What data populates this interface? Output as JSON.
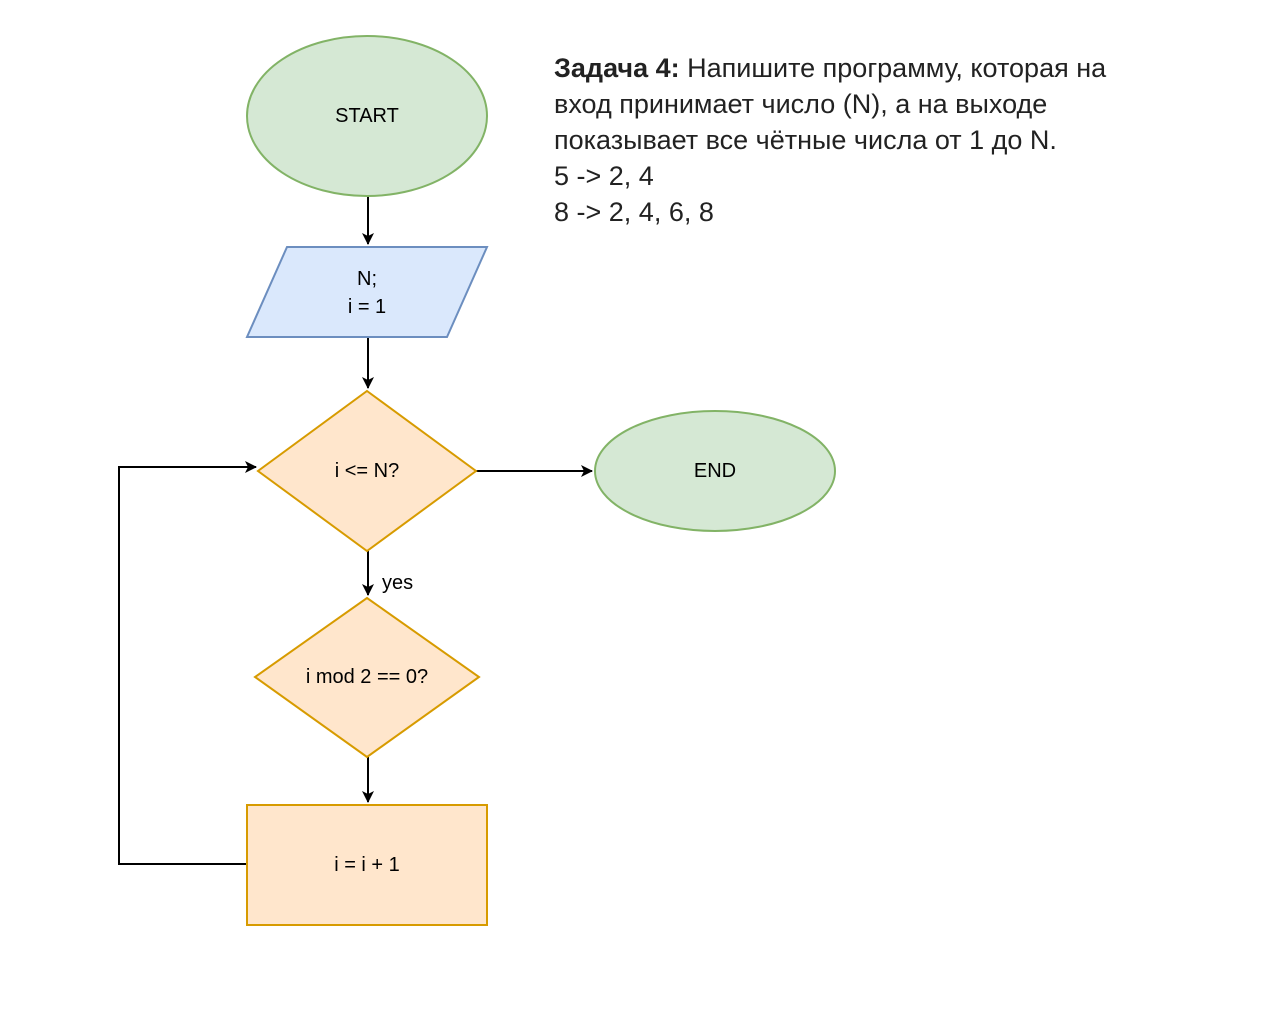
{
  "colors": {
    "terminal_fill": "#d5e8d4",
    "terminal_stroke": "#82b366",
    "io_fill": "#dae8fc",
    "io_stroke": "#6c8ebf",
    "decision_fill": "#ffe6cc",
    "decision_stroke": "#d79b00",
    "edge": "#000000"
  },
  "task": {
    "title": "Задача 4:",
    "text_first": " Напишите программу, которая на",
    "lines": [
      "вход принимает число (N), а на выходе",
      "показывает все чётные числа от 1 до N.",
      "5 -> 2, 4",
      "8 -> 2, 4, 6, 8"
    ]
  },
  "nodes": {
    "start": "START",
    "input_line1": "N;",
    "input_line2": "i = 1",
    "condition_loop": "i <=  N?",
    "end": "END",
    "condition_even": "i mod  2 == 0?",
    "increment": "i = i + 1"
  },
  "edges": {
    "yes_label": "yes"
  }
}
